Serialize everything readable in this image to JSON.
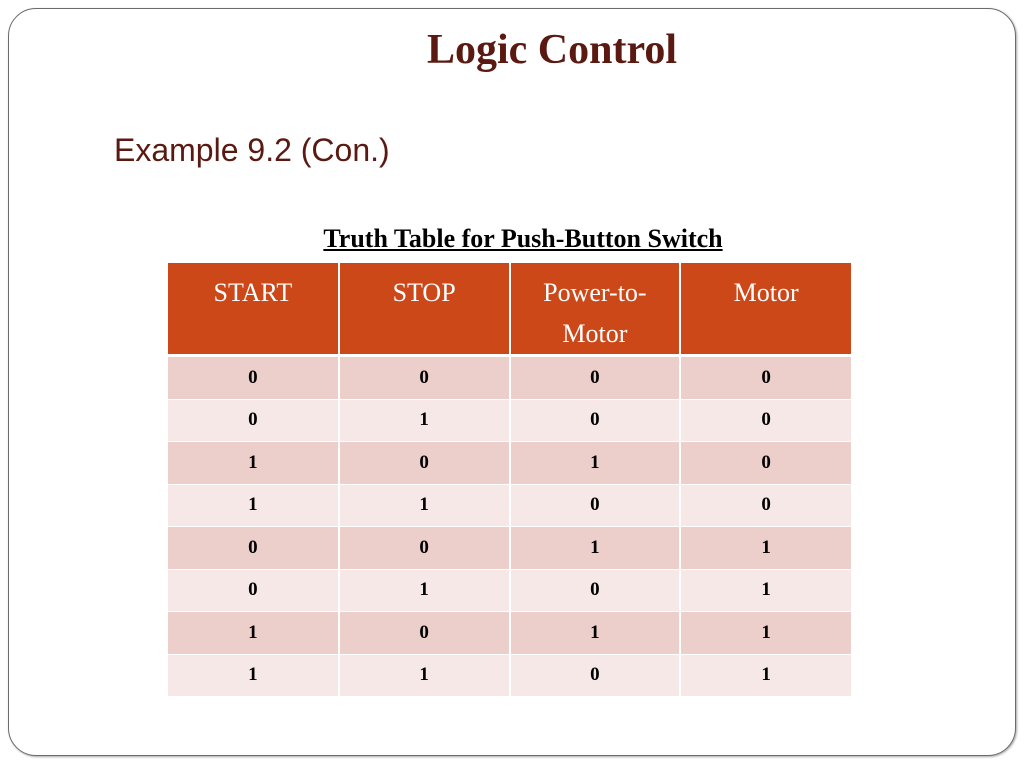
{
  "slide": {
    "title": "Logic Control",
    "subtitle": "Example 9.2 (Con.)"
  },
  "table": {
    "caption": "Truth Table for Push-Button Switch",
    "headers": [
      "START",
      "STOP",
      "Power-to-Motor",
      "Motor"
    ],
    "rows": [
      [
        "0",
        "0",
        "0",
        "0"
      ],
      [
        "0",
        "1",
        "0",
        "0"
      ],
      [
        "1",
        "0",
        "1",
        "0"
      ],
      [
        "1",
        "1",
        "0",
        "0"
      ],
      [
        "0",
        "0",
        "1",
        "1"
      ],
      [
        "0",
        "1",
        "0",
        "1"
      ],
      [
        "1",
        "0",
        "1",
        "1"
      ],
      [
        "1",
        "1",
        "0",
        "1"
      ]
    ]
  },
  "colors": {
    "title": "#5a1a12",
    "header_bg": "#cc4819",
    "row_odd_bg": "#ecceca",
    "row_even_bg": "#f6e8e6"
  }
}
